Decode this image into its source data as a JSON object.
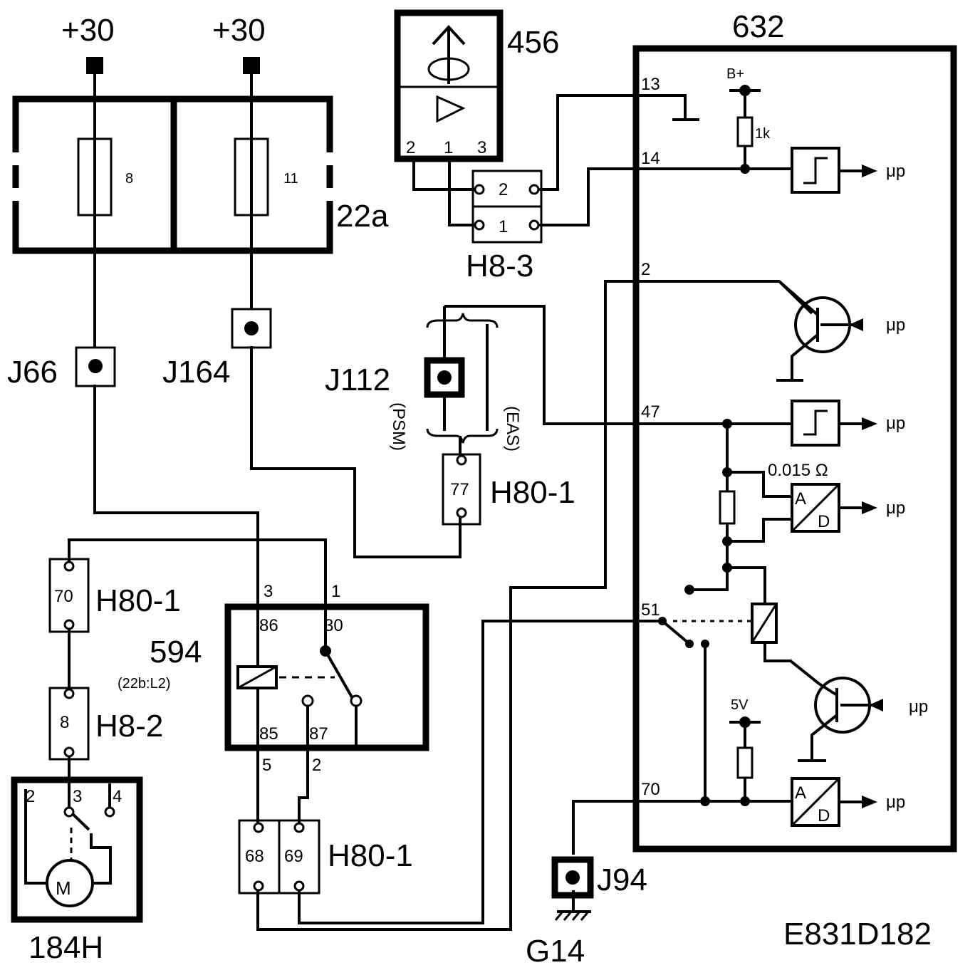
{
  "diagram": {
    "id": "E831D182",
    "supply_labels": [
      "+30",
      "+30"
    ],
    "fusebox": {
      "id": "22a",
      "fuses": [
        "8",
        "11"
      ]
    },
    "junctions": [
      "J66",
      "J164",
      "J112",
      "J94"
    ],
    "ground": "G14",
    "j112_options": [
      "(PSM)",
      "(EAS)"
    ],
    "sensor": {
      "id": "456",
      "pins": [
        "2",
        "1",
        "3"
      ]
    },
    "connector_h83": {
      "id": "H8-3",
      "pins": [
        "2",
        "1"
      ]
    },
    "connector_h801": {
      "id": "H80-1",
      "pins": [
        "77",
        "70",
        "68",
        "69"
      ]
    },
    "connector_h82": {
      "id": "H8-2",
      "pin": "8"
    },
    "relay": {
      "id": "594",
      "ref": "(22b:L2)",
      "pins": [
        "86",
        "30",
        "85",
        "87"
      ],
      "wire_nums": [
        "3",
        "1",
        "5",
        "2"
      ]
    },
    "motor": {
      "id": "184H",
      "symbol": "M",
      "pins": [
        "2",
        "3",
        "4"
      ]
    },
    "module": {
      "id": "632",
      "pins": [
        "13",
        "14",
        "2",
        "47",
        "51",
        "70"
      ],
      "supply_bplus": "B+",
      "supply_5v": "5V",
      "resistor_1k": "1k",
      "shunt": "0.015 Ω",
      "adc_a": "A",
      "adc_d": "D",
      "up": "μp"
    }
  }
}
